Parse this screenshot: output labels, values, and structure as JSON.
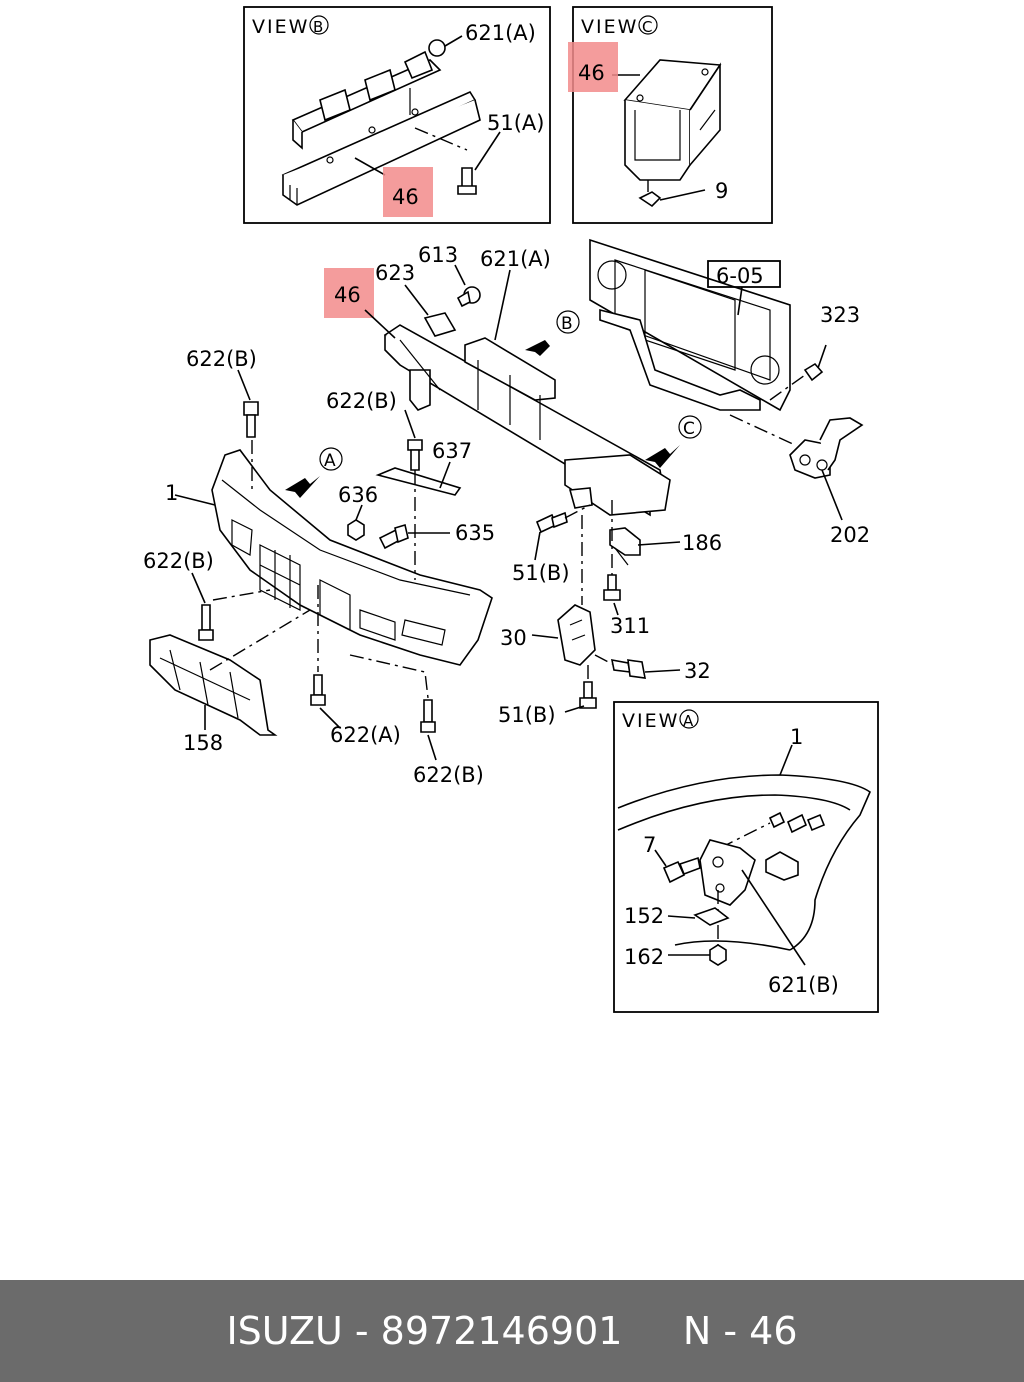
{
  "labels": {
    "view_b": "VIEW",
    "view_b_mark": "B",
    "view_c": "VIEW",
    "view_c_mark": "C",
    "view_a": "VIEW",
    "view_a_mark": "A",
    "arrow_a": "A",
    "arrow_b": "B",
    "arrow_c": "C",
    "p621a_top": "621(A)",
    "p51a": "51(A)",
    "p46_b": "46",
    "p46_c": "46",
    "p9": "9",
    "p613": "613",
    "p623": "623",
    "p621a": "621(A)",
    "p46_main": "46",
    "p605": "6-05",
    "p323": "323",
    "p622b_1": "622(B)",
    "p622b_2": "622(B)",
    "p637": "637",
    "p1": "1",
    "p636": "636",
    "p635": "635",
    "p622b_3": "622(B)",
    "p51b_1": "51(B)",
    "p186": "186",
    "p202": "202",
    "p311": "311",
    "p30": "30",
    "p32": "32",
    "p51b_2": "51(B)",
    "p158": "158",
    "p622a": "622(A)",
    "p622b_4": "622(B)",
    "pa1": "1",
    "p7": "7",
    "p152": "152",
    "p162": "162",
    "p621b": "621(B)"
  },
  "footer": {
    "brand": "ISUZU",
    "part_number": "8972146901",
    "page": "N - 46"
  },
  "colors": {
    "highlight": "#f28b8b",
    "footer_bg": "#6b6b6b",
    "footer_text": "#ffffff"
  }
}
